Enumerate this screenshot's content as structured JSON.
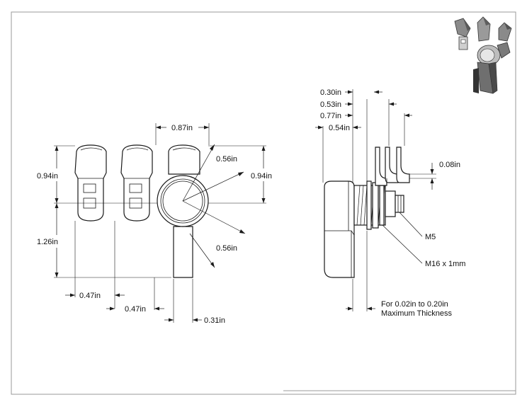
{
  "front_view": {
    "dims": {
      "handle_width": "0.87in",
      "height_top": "0.94in",
      "height_bottom": "1.26in",
      "spacing_1": "0.47in",
      "spacing_2": "0.47in",
      "lever_width": "0.31in",
      "radius_top": "0.56in",
      "radius_bottom": "0.56in",
      "height_right": "0.94in"
    }
  },
  "side_view": {
    "dims": {
      "d1": "0.30in",
      "d2": "0.53in",
      "d3": "0.77in",
      "d4": "0.54in",
      "cam_thickness": "0.08in"
    },
    "callouts": {
      "screw": "M5",
      "thread": "M16 x 1mm",
      "thickness_line1": "For 0.02in to 0.20in",
      "thickness_line2": "Maximum Thickness"
    }
  },
  "iso_view": {
    "icon": "cam-lock-3d-icon"
  }
}
